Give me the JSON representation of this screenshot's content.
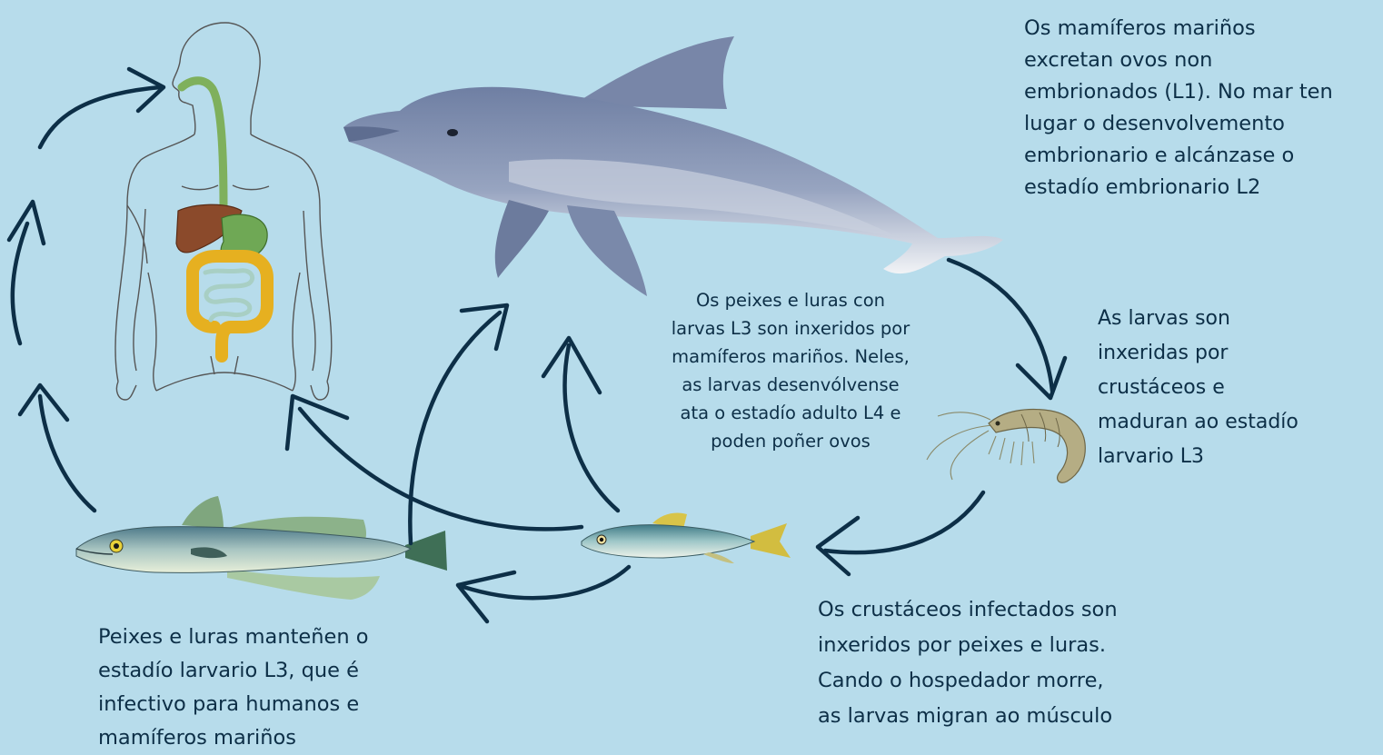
{
  "captions": {
    "dolphin": "Os mamíferos mariños\nexcretan ovos non\nembrionados (L1). No mar ten\nlugar o desenvolvemento\nembrionario e alcánzase o\nestadío embrionario L2",
    "shrimp": "As larvas son\ninxeridas por\ncrustáceos e\nmaduran ao estadío\nlarvario L3",
    "middle": "Os peixes e luras con\nlarvas L3 son inxeridos por\nmamíferos mariños. Neles,\nas larvas desenvólvense\nata o estadío adulto L4 e\npoden poñer ovos",
    "crustaceans": "Os crustáceos infectados son\ninxeridos por peixes e luras.\nCando o hospedador morre,\nas larvas migran ao músculo",
    "fish": "Peixes e luras manteñen o\nestadío larvario L3, que é\ninfectivo para humanos e\nmamíferos mariños"
  },
  "colors": {
    "background": "#b7dceb",
    "arrow": "#0d2f47",
    "text": "#0d2f47",
    "dolphin": "#7f8fae",
    "esophagus": "#7fb05c",
    "liver": "#8b4a2b",
    "stomach": "#6fa855",
    "intestine": "#e6b020"
  },
  "icons": {
    "human": "human-digestive-system-illustration",
    "dolphin": "dolphin-illustration",
    "shrimp": "shrimp-illustration",
    "hake": "hake-fish-illustration",
    "sardine": "sardine-fish-illustration"
  }
}
